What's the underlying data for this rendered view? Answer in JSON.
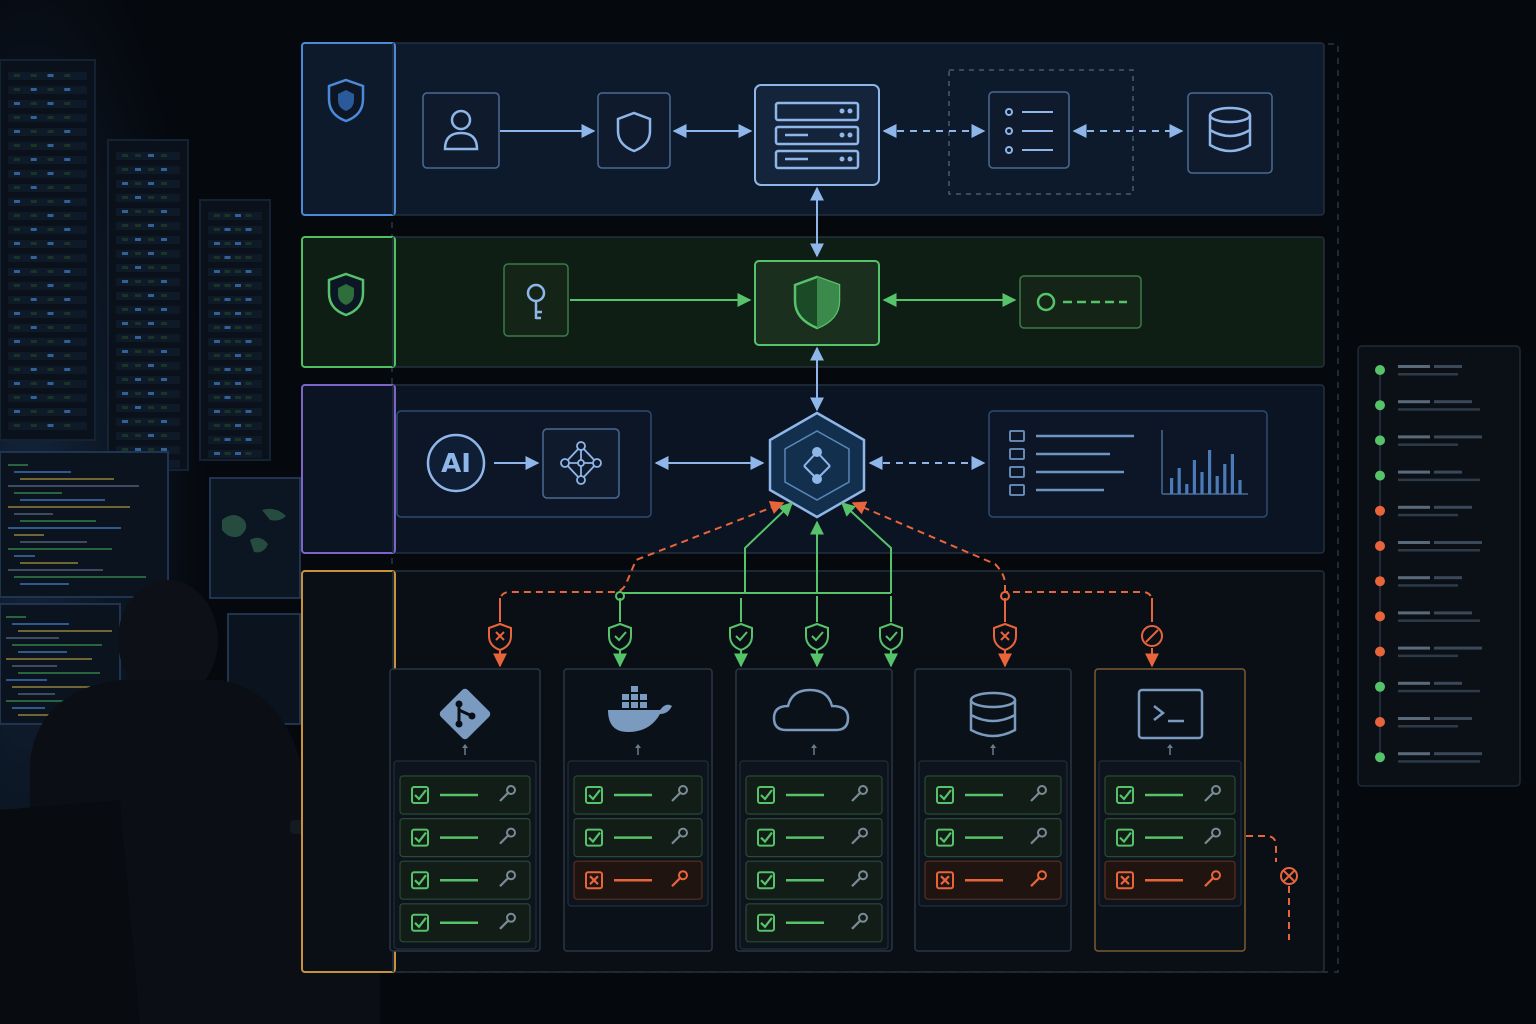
{
  "diagram": {
    "ai_badge": "AI",
    "layers": [
      {
        "name": "access-layer",
        "accent": "#4a8ad8",
        "fill": "#0d1a2c"
      },
      {
        "name": "security-layer",
        "accent": "#4fbf62",
        "fill": "#0f1e14"
      },
      {
        "name": "orchestration-layer",
        "accent": "#7d64c9",
        "fill": "#0b1422"
      },
      {
        "name": "pipeline-layer",
        "accent": "#c8923a",
        "fill": "#0a0f16"
      }
    ],
    "access_nodes": [
      {
        "icon": "user-icon"
      },
      {
        "icon": "shield-icon"
      },
      {
        "icon": "server-stack-icon"
      },
      {
        "icon": "service-list-icon"
      },
      {
        "icon": "database-icon"
      }
    ],
    "security_nodes": [
      {
        "icon": "key-icon"
      },
      {
        "icon": "security-shield-icon"
      },
      {
        "icon": "token-toggle-icon"
      }
    ],
    "orchestration_nodes": [
      {
        "icon": "ai-icon"
      },
      {
        "icon": "neural-network-icon"
      },
      {
        "icon": "hexagon-core-icon"
      },
      {
        "icon": "dashboard-list-icon"
      },
      {
        "icon": "bar-chart-icon"
      }
    ],
    "pipeline_columns": [
      {
        "icon": "git-icon",
        "gate": "fail",
        "checks": [
          "pass",
          "pass",
          "pass",
          "pass"
        ]
      },
      {
        "icon": "docker-icon",
        "gate": "pass",
        "checks": [
          "pass",
          "pass",
          "fail"
        ]
      },
      {
        "icon": "cloud-icon",
        "gate": "pass",
        "checks": [
          "pass",
          "pass",
          "pass",
          "pass"
        ]
      },
      {
        "icon": "database-icon",
        "gate": "fail",
        "checks": [
          "pass",
          "pass",
          "fail"
        ]
      },
      {
        "icon": "terminal-icon",
        "gate": "blocked",
        "checks": [
          "pass",
          "pass",
          "fail"
        ]
      }
    ],
    "event_log": [
      "pass",
      "pass",
      "pass",
      "pass",
      "fail",
      "fail",
      "fail",
      "fail",
      "fail",
      "pass",
      "fail",
      "pass"
    ],
    "colors": {
      "pass": "#56c26a",
      "fail": "#e8643a",
      "info": "#8fb6e8",
      "background": "#05080d"
    }
  }
}
